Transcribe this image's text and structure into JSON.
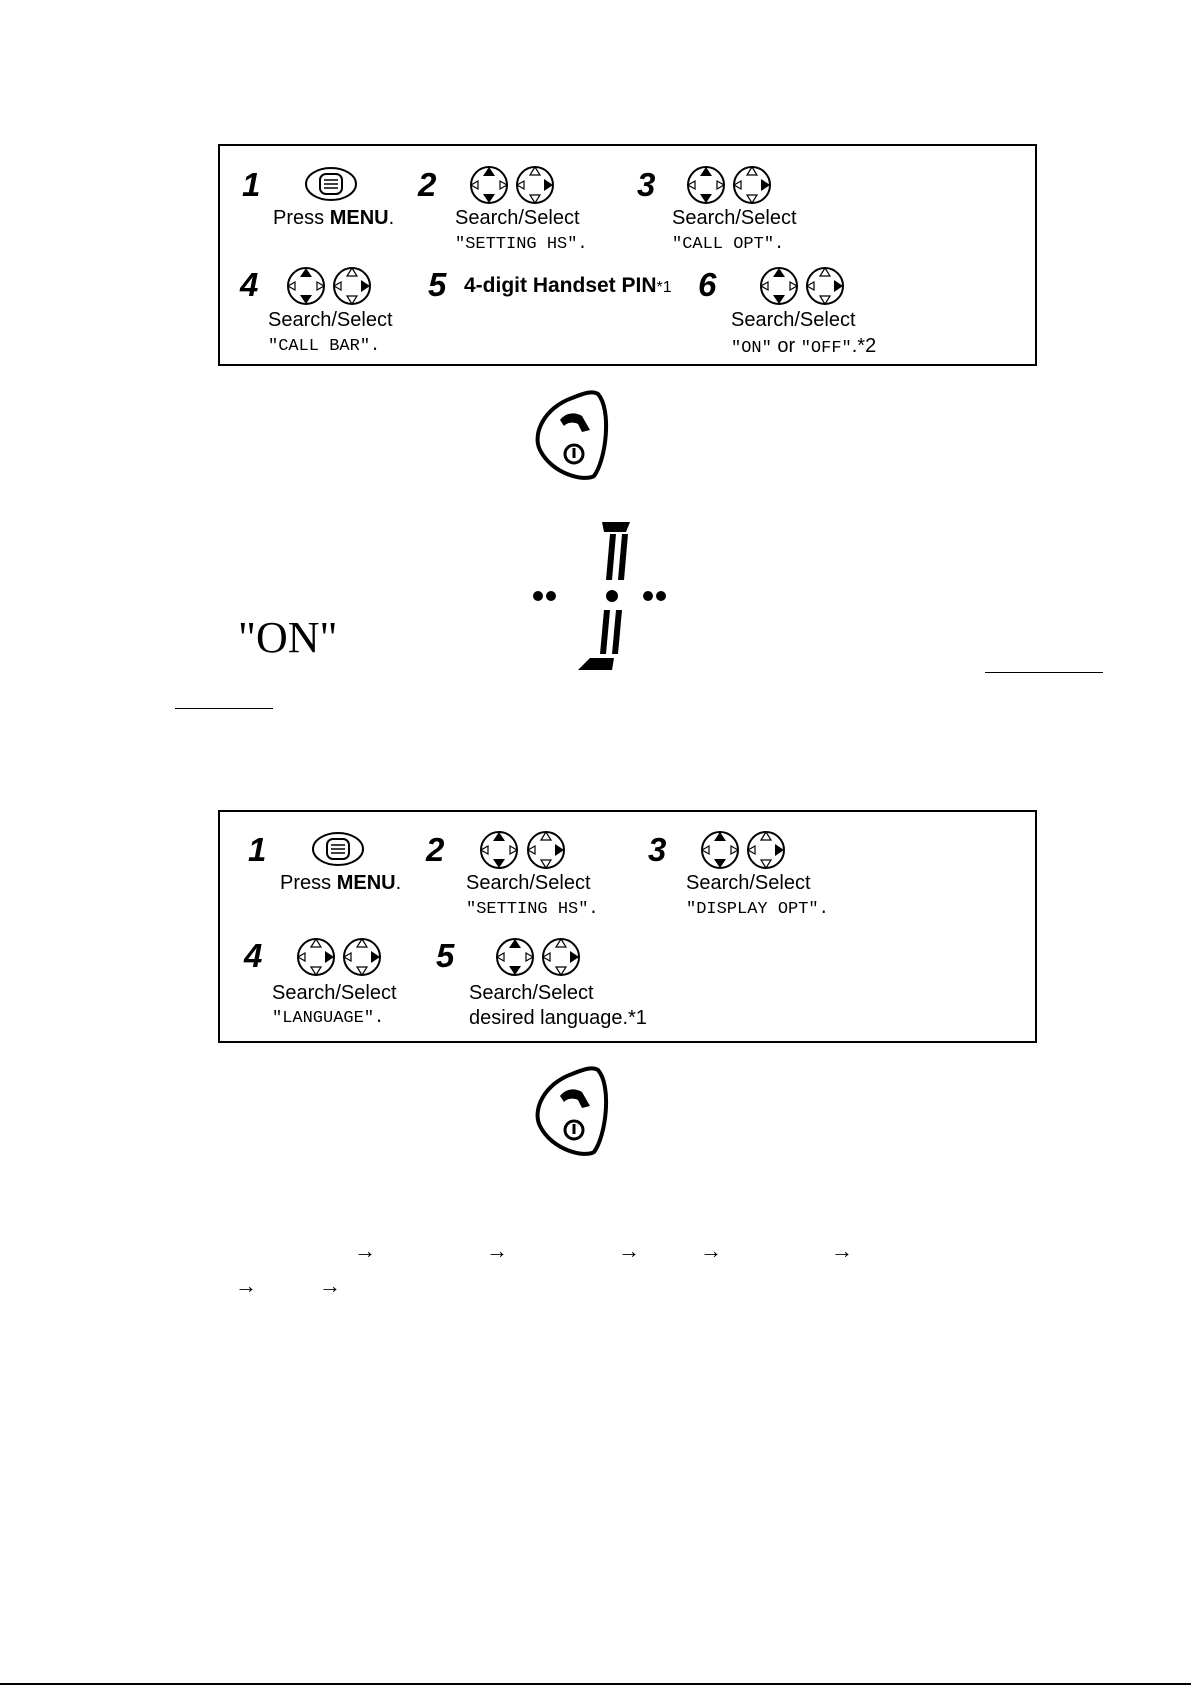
{
  "procedure_1": {
    "steps": [
      {
        "num": "1",
        "label": "Press ",
        "bold": "MENU",
        "tail": "."
      },
      {
        "num": "2",
        "label": "Search/Select",
        "value": "\"SETTING HS\"."
      },
      {
        "num": "3",
        "label": "Search/Select",
        "value": "\"CALL OPT\"."
      },
      {
        "num": "4",
        "label": "Search/Select",
        "value": "\"CALL BAR\"."
      },
      {
        "num": "5",
        "text": "4-digit Handset PIN",
        "note": "*1"
      },
      {
        "num": "6",
        "label": "Search/Select",
        "value_a": "\"ON\"",
        "or": " or ",
        "value_b": "\"OFF\"",
        "note": ".*2"
      }
    ]
  },
  "display": {
    "on_text": "\"ON\""
  },
  "procedure_2": {
    "steps": [
      {
        "num": "1",
        "label": "Press ",
        "bold": "MENU",
        "tail": "."
      },
      {
        "num": "2",
        "label": "Search/Select",
        "value": "\"SETTING HS\"."
      },
      {
        "num": "3",
        "label": "Search/Select",
        "value": "\"DISPLAY OPT\"."
      },
      {
        "num": "4",
        "label": "Search/Select",
        "value": "\"LANGUAGE\"."
      },
      {
        "num": "5",
        "label": "Search/Select",
        "value": "desired language.*1"
      }
    ]
  },
  "arrows": {
    "row1": [
      "→",
      "→",
      "→",
      "→",
      "→"
    ],
    "row2": [
      "→",
      "→"
    ]
  },
  "icons": [
    "menu-button-icon",
    "navigator-up-down-icon",
    "navigator-left-right-icon",
    "off-button-icon",
    "lcd-segment-icon"
  ]
}
